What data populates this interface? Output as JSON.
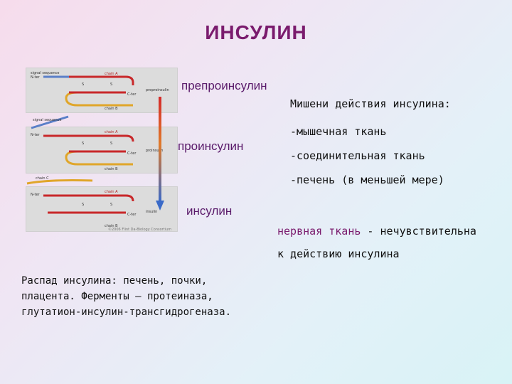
{
  "title": "ИНСУЛИН",
  "stages": {
    "preproinsulin": "препроинсулин",
    "proinsulin": "проинсулин",
    "insulin": "инсулин"
  },
  "targets": {
    "heading": "Мишени действия инсулина:",
    "items": [
      "-мышечная ткань",
      "-соединительная ткань",
      "-печень (в меньшей мере)"
    ]
  },
  "nerve": {
    "highlight": "нервная ткань",
    "rest": " - нечувствительна",
    "line2": "к действию инсулина"
  },
  "degradation": {
    "line1": "Распад инсулина: печень, почки,",
    "line2": "плацента. Ферменты – протеиназа,",
    "line3": "глутатион-инсулин-трансгидрогеназа."
  },
  "diagram": {
    "signal_sequence": "signal sequence",
    "chain_a": "chain A",
    "chain_b": "chain B",
    "chain_c": "chain C",
    "n_term": "N-ter",
    "c_term": "C-ter",
    "s": "S",
    "panel1_label": "preproinsulin",
    "panel2_label": "proinsulin",
    "panel3_label": "insulin",
    "copyright": "©2006 Flint Da-Biology Consortium"
  },
  "colors": {
    "title": "#7a1b6d",
    "chain_a": "#c8282a",
    "chain_b": "#4a8a56",
    "chain_c": "#e0a62a",
    "signal": "#5a7fc8"
  }
}
